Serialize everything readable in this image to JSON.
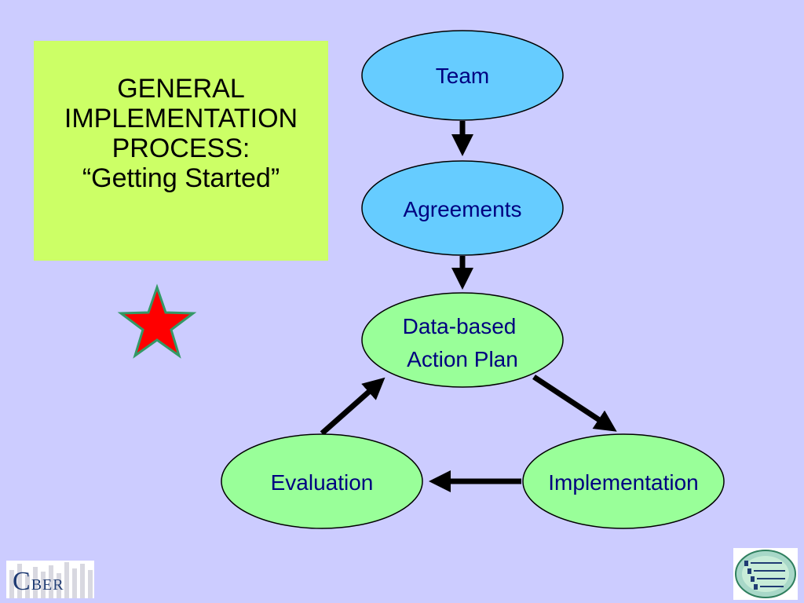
{
  "title": {
    "lines": [
      "GENERAL",
      "IMPLEMENTATION",
      "PROCESS:",
      "“Getting Started”"
    ]
  },
  "nodes": {
    "team": "Team",
    "agreements": "Agreements",
    "action_plan_line1": "Data-based",
    "action_plan_line2": "Action Plan",
    "implementation": "Implementation",
    "evaluation": "Evaluation"
  },
  "logos": {
    "cber_initial": "C",
    "cber_rest": "BER"
  },
  "colors": {
    "background": "#ccccff",
    "title_box": "#ccff66",
    "blue_node": "#66ccff",
    "green_node": "#99ff99",
    "node_text": "#000080",
    "star": "#ff0000"
  }
}
